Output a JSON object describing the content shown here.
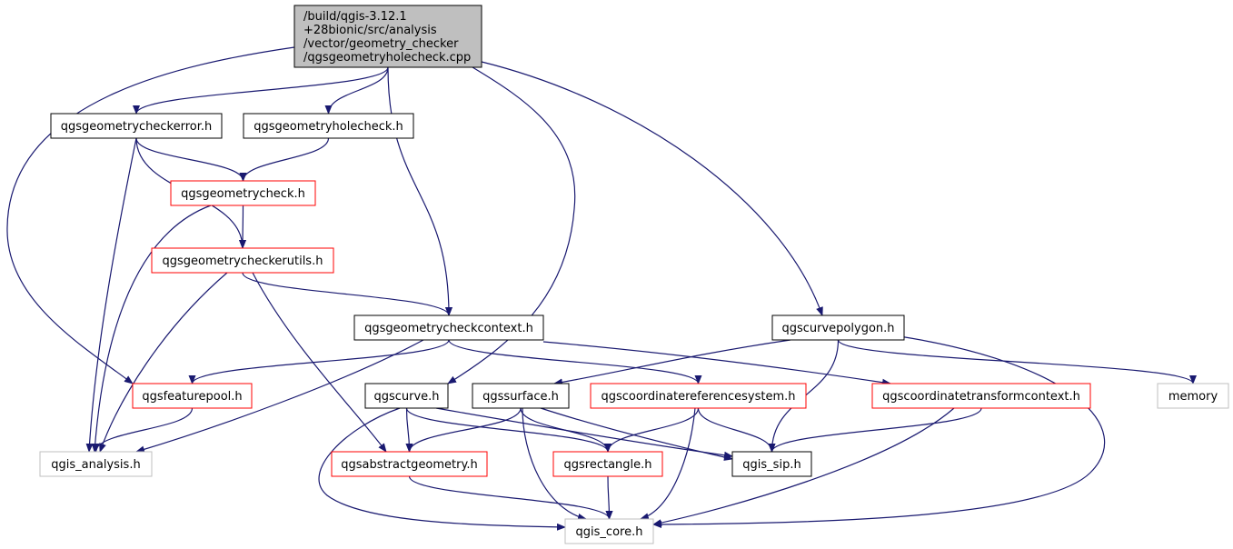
{
  "colors": {
    "edge": "#191970",
    "border_black": "#000000",
    "border_red": "#ff0000",
    "border_gray": "#bfbfbf",
    "root_fill": "#bfbfbf",
    "node_fill": "#ffffff"
  },
  "nodes": [
    {
      "id": "root",
      "lines": [
        "/build/qgis-3.12.1",
        "+28bionic/src/analysis",
        "/vector/geometry_checker",
        "/qgsgeometryholecheck.cpp"
      ],
      "style": "root"
    },
    {
      "id": "qgsgeometrycheckerror",
      "lines": [
        "qgsgeometrycheckerror.h"
      ],
      "style": "black"
    },
    {
      "id": "qgsgeometryholecheck",
      "lines": [
        "qgsgeometryholecheck.h"
      ],
      "style": "black"
    },
    {
      "id": "qgsgeometrycheck",
      "lines": [
        "qgsgeometrycheck.h"
      ],
      "style": "red"
    },
    {
      "id": "qgsgeometrycheckerutils",
      "lines": [
        "qgsgeometrycheckerutils.h"
      ],
      "style": "red"
    },
    {
      "id": "qgsgeometrycheckcontext",
      "lines": [
        "qgsgeometrycheckcontext.h"
      ],
      "style": "black"
    },
    {
      "id": "qgscurvepolygon",
      "lines": [
        "qgscurvepolygon.h"
      ],
      "style": "black"
    },
    {
      "id": "qgsfeaturepool",
      "lines": [
        "qgsfeaturepool.h"
      ],
      "style": "red"
    },
    {
      "id": "qgscurve",
      "lines": [
        "qgscurve.h"
      ],
      "style": "black"
    },
    {
      "id": "qgssurface",
      "lines": [
        "qgssurface.h"
      ],
      "style": "black"
    },
    {
      "id": "qgscoordinatereferencesystem",
      "lines": [
        "qgscoordinatereferencesystem.h"
      ],
      "style": "red"
    },
    {
      "id": "qgscoordinatetransformcontext",
      "lines": [
        "qgscoordinatetransformcontext.h"
      ],
      "style": "red"
    },
    {
      "id": "memory",
      "lines": [
        "memory"
      ],
      "style": "gray"
    },
    {
      "id": "qgis_analysis",
      "lines": [
        "qgis_analysis.h"
      ],
      "style": "gray"
    },
    {
      "id": "qgsabstractgeometry",
      "lines": [
        "qgsabstractgeometry.h"
      ],
      "style": "red"
    },
    {
      "id": "qgsrectangle",
      "lines": [
        "qgsrectangle.h"
      ],
      "style": "red"
    },
    {
      "id": "qgis_sip",
      "lines": [
        "qgis_sip.h"
      ],
      "style": "black"
    },
    {
      "id": "qgis_core",
      "lines": [
        "qgis_core.h"
      ],
      "style": "gray"
    }
  ],
  "edges": [
    [
      "root",
      "qgsgeometrycheckerror"
    ],
    [
      "root",
      "qgsgeometryholecheck"
    ],
    [
      "root",
      "qgsfeaturepool"
    ],
    [
      "root",
      "qgsgeometrycheckcontext"
    ],
    [
      "root",
      "qgscurve"
    ],
    [
      "root",
      "qgscurvepolygon"
    ],
    [
      "qgsgeometrycheckerror",
      "qgsgeometrycheck"
    ],
    [
      "qgsgeometrycheckerror",
      "qgsgeometrycheckerutils"
    ],
    [
      "qgsgeometrycheckerror",
      "qgis_analysis"
    ],
    [
      "qgsgeometryholecheck",
      "qgsgeometrycheck"
    ],
    [
      "qgsgeometrycheck",
      "qgsgeometrycheckerutils"
    ],
    [
      "qgsgeometrycheck",
      "qgis_analysis"
    ],
    [
      "qgsgeometrycheckerutils",
      "qgsgeometrycheckcontext"
    ],
    [
      "qgsgeometrycheckerutils",
      "qgis_analysis"
    ],
    [
      "qgsgeometrycheckerutils",
      "qgsabstractgeometry"
    ],
    [
      "qgsgeometrycheckcontext",
      "qgsfeaturepool"
    ],
    [
      "qgsgeometrycheckcontext",
      "qgis_analysis"
    ],
    [
      "qgsgeometrycheckcontext",
      "qgscoordinatereferencesystem"
    ],
    [
      "qgsgeometrycheckcontext",
      "qgscoordinatetransformcontext"
    ],
    [
      "qgscurvepolygon",
      "qgssurface"
    ],
    [
      "qgscurvepolygon",
      "qgis_sip"
    ],
    [
      "qgscurvepolygon",
      "memory"
    ],
    [
      "qgscurvepolygon",
      "qgis_core"
    ],
    [
      "qgsfeaturepool",
      "qgis_analysis"
    ],
    [
      "qgscurve",
      "qgsabstractgeometry"
    ],
    [
      "qgscurve",
      "qgsrectangle"
    ],
    [
      "qgscurve",
      "qgis_sip"
    ],
    [
      "qgscurve",
      "qgis_core"
    ],
    [
      "qgssurface",
      "qgsabstractgeometry"
    ],
    [
      "qgssurface",
      "qgsrectangle"
    ],
    [
      "qgssurface",
      "qgis_sip"
    ],
    [
      "qgssurface",
      "qgis_core"
    ],
    [
      "qgscoordinatereferencesystem",
      "qgsrectangle"
    ],
    [
      "qgscoordinatereferencesystem",
      "qgis_sip"
    ],
    [
      "qgscoordinatereferencesystem",
      "qgis_core"
    ],
    [
      "qgscoordinatetransformcontext",
      "qgis_sip"
    ],
    [
      "qgscoordinatetransformcontext",
      "qgis_core"
    ],
    [
      "qgsabstractgeometry",
      "qgis_core"
    ],
    [
      "qgsrectangle",
      "qgis_core"
    ]
  ]
}
